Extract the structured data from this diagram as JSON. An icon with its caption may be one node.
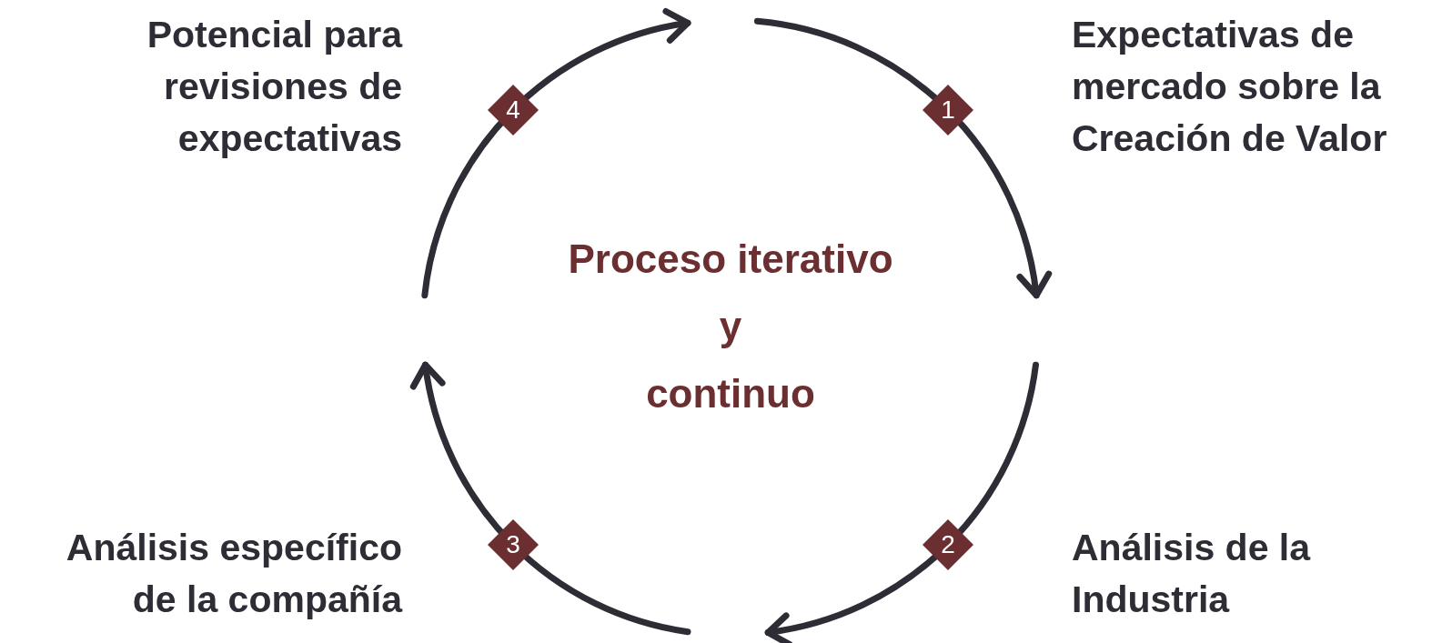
{
  "diagram": {
    "nodes": [
      {
        "text": [
          "1"
        ],
        "beside": [
          "Expectativas de mercado sobre la Creación de Valor"
        ]
      },
      {
        "text": [
          "2"
        ],
        "beside": [
          "Análisis de la Industria"
        ]
      },
      {
        "text": [
          "3"
        ],
        "beside": [
          "Análisis específico de la compañía"
        ]
      },
      {
        "text": [
          "4"
        ],
        "beside": [
          "Potencial para revisiones de expectativas"
        ]
      }
    ],
    "labels": [
      "Proceso iterativo",
      "y",
      "continuo"
    ]
  }
}
